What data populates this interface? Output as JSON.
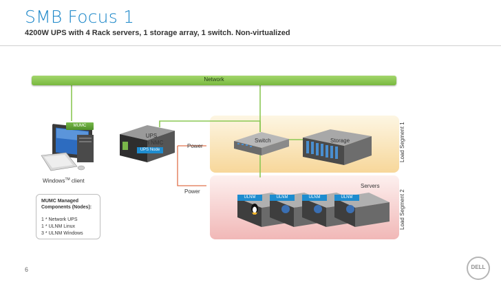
{
  "title": "SMB Focus 1",
  "subtitle": "4200W UPS with 4 Rack servers, 1 storage array, 1 switch.  Non-virtualized",
  "network_label": "Network",
  "mumc_badge": "MUMC",
  "ups_label_line1": "UPS",
  "ups_label_line2": "with NMC",
  "ups_node_badge": "UPS Node",
  "power_label_top": "Power",
  "power_label_bottom": "Power",
  "switch_label": "Switch",
  "storage_label": "Storage",
  "servers_label": "Servers",
  "ulnm_badges": [
    "ULNM",
    "ULNM",
    "ULNM",
    "ULNM"
  ],
  "load_segment_1": "Load Segment 1",
  "load_segment_2": "Load Segment 2",
  "windows_client": "Windows",
  "windows_tm": "TM",
  "windows_client_suffix": " client",
  "nodes_title": "MUMC Managed Components (Nodes):",
  "nodes": [
    "1 * Network UPS",
    "1 * ULNM Linux",
    "3 * ULNM Windows"
  ],
  "page_number": "6",
  "logo_text": "DELL",
  "colors": {
    "accent_blue": "#1a86c8",
    "network_green": "#8ac753",
    "power_line": "#e0704a",
    "node_blue": "#1e8ccf"
  }
}
